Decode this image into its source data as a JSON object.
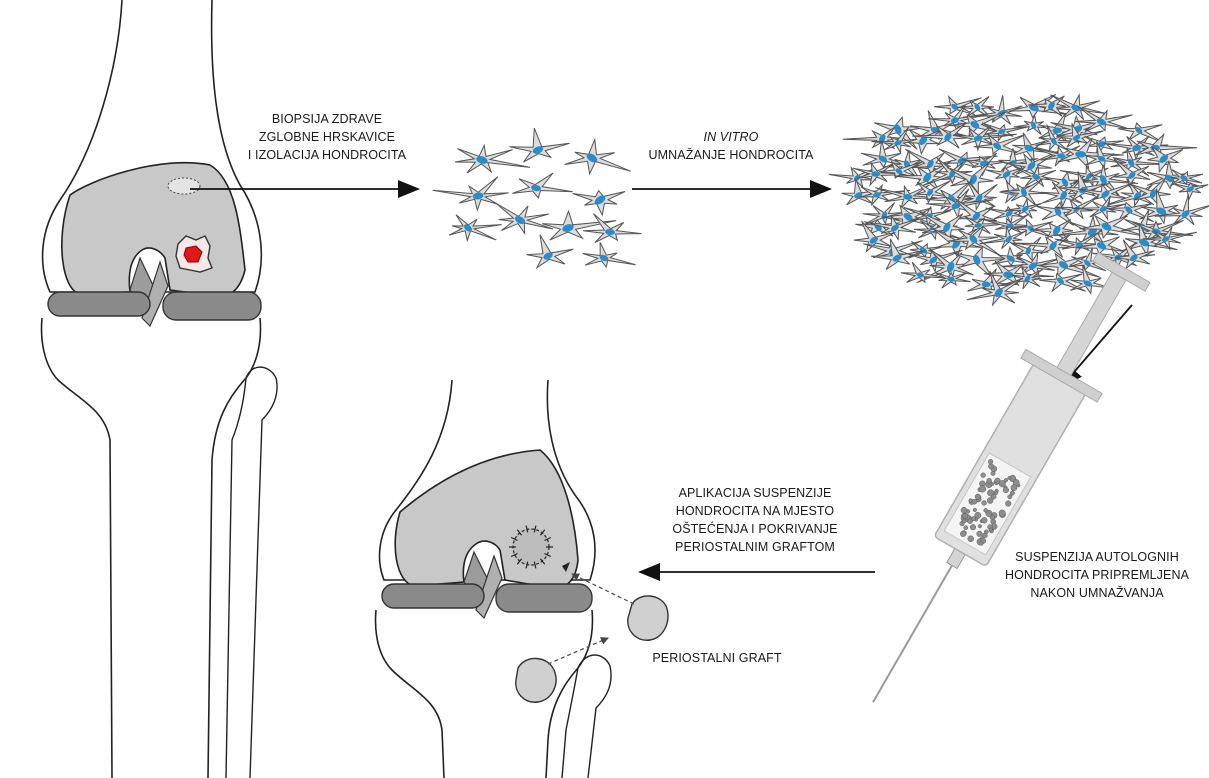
{
  "steps": {
    "biopsy": [
      "BIOPSIJA ZDRAVE",
      "ZGLOBNE HRSKAVICE",
      "I IZOLACIJA HONDROCITA"
    ],
    "in_vitro": {
      "italic": "IN VITRO",
      "text": "UMNAŽANJE HONDROCITA"
    },
    "suspension": [
      "SUSPENZIJA AUTOLOGNIH",
      "HONDROCITA PRIPREMLJENA",
      "NAKON UMNAŽVANJA"
    ],
    "application": [
      "APLIKACIJA SUSPENZIJE",
      "HONDROCITA NA MJESTO",
      "OŠTEĆENJA I POKRIVANJE",
      "PERIOSTALNIM GRAFTOM"
    ],
    "graft": "PERIOSTALNI GRAFT"
  },
  "colors": {
    "bone_fill": "#c8c8c8",
    "meniscus": "#8a8a8a",
    "cell_fill": "#dcdcdc",
    "nucleus": "#2a8cc8",
    "lesion": "#e01818",
    "syringe": "#d4d4d4"
  }
}
